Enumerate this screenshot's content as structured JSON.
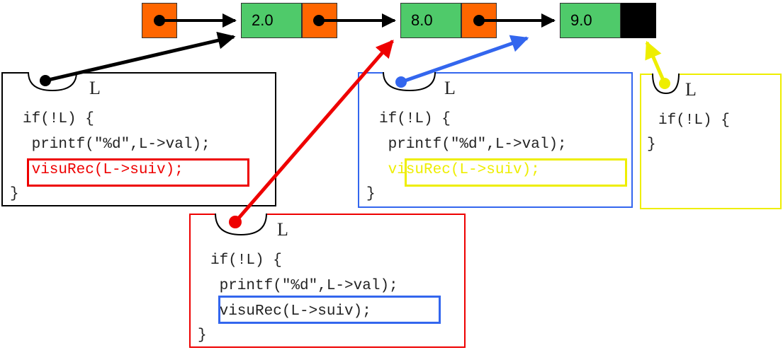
{
  "list": {
    "nodes": [
      {
        "value": "2.0"
      },
      {
        "value": "8.0"
      },
      {
        "value": "9.0"
      }
    ]
  },
  "frames": [
    {
      "param": "L",
      "code": [
        "if(!L) {",
        " printf(\"%d\",L->val);",
        " visuRec(L->suiv);",
        "}"
      ]
    },
    {
      "param": "L",
      "code": [
        "if(!L) {",
        " printf(\"%d\",L->val);",
        " visuRec(L->suiv);",
        "}"
      ]
    },
    {
      "param": "L",
      "code": [
        "if(!L) {",
        " printf(\"%d\",L->val);",
        " visuRec(L->suiv);",
        "}"
      ]
    },
    {
      "param": "L",
      "code": [
        "if(!L) {",
        "}"
      ]
    }
  ],
  "colors": {
    "pointer_cell": "#ff6600",
    "value_cell": "#4fca6a",
    "nil_cell": "#000000",
    "frame_1": "#000000",
    "frame_2": "#ff0000",
    "frame_3": "#3366ee",
    "frame_4": "#eeee00",
    "dim_text": "#eeee00"
  }
}
